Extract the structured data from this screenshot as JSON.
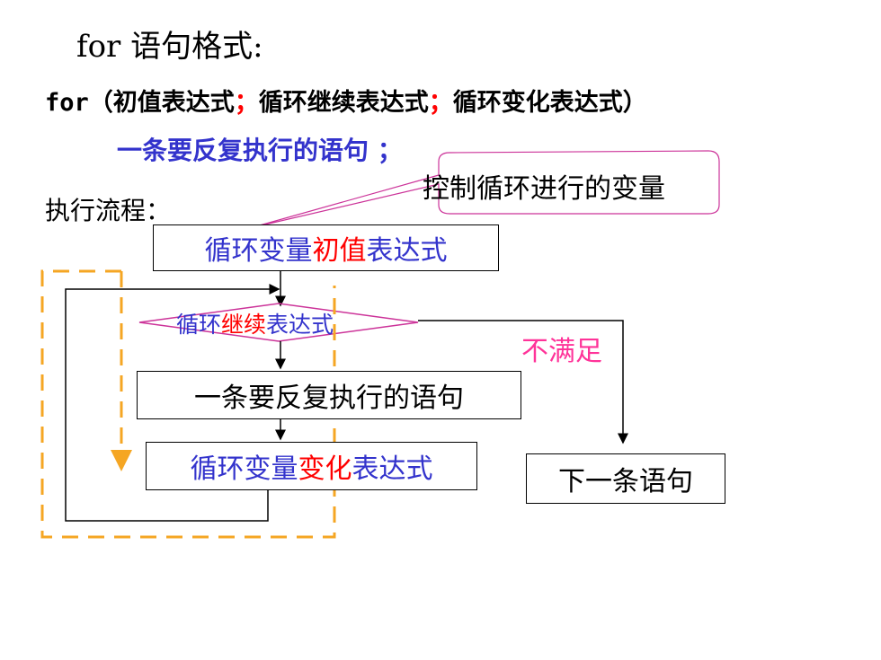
{
  "title": "for 语句格式:",
  "syntax": {
    "keyword": "for",
    "open": "（初值表达式",
    "semi1": "；",
    "mid": "循环继续表达式",
    "semi2": "；",
    "end": "循环变化表达式）"
  },
  "body_statement": "一条要反复执行的语句  ；",
  "exec_label": "执行流程：",
  "callout": "控制循环进行的变量",
  "flow": {
    "init": {
      "pre": "循环变量",
      "highlight": "初值",
      "post": "表达式"
    },
    "condition": {
      "pre": "循环",
      "highlight": "继续",
      "post": "表达式"
    },
    "body": "一条要反复执行的语句",
    "update": {
      "pre": "循环变量",
      "highlight": "变化",
      "post": "表达式"
    },
    "not_satisfied": "不满足",
    "next": "下一条语句"
  },
  "colors": {
    "blue_text": "#3333cc",
    "highlight": "#ff0000",
    "callout_border": "#cc3399",
    "dashed": "#f5a623"
  }
}
